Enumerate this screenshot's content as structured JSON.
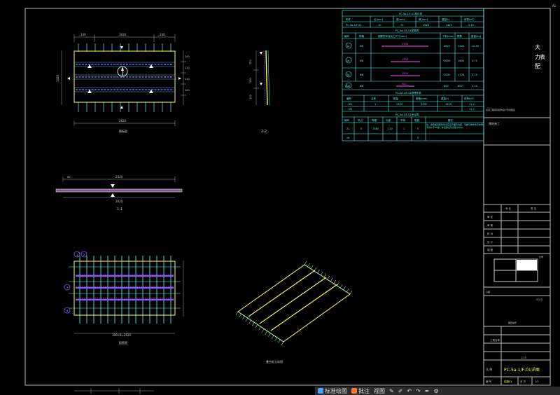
{
  "plan_view": {
    "title": "模板图",
    "dims_top": [
      "140",
      "1620",
      "240"
    ],
    "dim_bottom": "2620",
    "dims_left": [
      "1420"
    ],
    "dims_right": [
      "200",
      "120",
      "120",
      "200"
    ]
  },
  "section_22": {
    "label": "2-2",
    "dims": [
      "300",
      "300",
      "120"
    ]
  },
  "section_11": {
    "label": "1-1",
    "dim_top": "2520",
    "dim_bottom": "2620",
    "dim_side": "60"
  },
  "rebar_view": {
    "title": "配筋图",
    "dim_bottom": "300×8=2620",
    "tags": [
      "1",
      "2",
      "3",
      "4"
    ]
  },
  "iso_view": {
    "title": "叠合板立体图"
  },
  "tables": {
    "t1": {
      "title": "PC-5a-1/F-01构件表",
      "headers": [
        "构件",
        "长(mm)",
        "宽(mm)",
        "厚(mm)",
        "重量(t)",
        "体积(m³)"
      ],
      "row": [
        "PC-5a-1/F-01",
        "10",
        "70",
        "2620",
        "1420",
        "0.25"
      ]
    },
    "t2": {
      "title": "PC-5a-1/F-01配筋表",
      "headers": [
        "编号",
        "规格",
        "钢筋形状及加工尺寸(mm)",
        "下料(mm)",
        "根数",
        "重量(kg)"
      ],
      "rows": [
        {
          "id": "1a",
          "spec": "Φ8",
          "shape": "2700",
          "len": "2820",
          "n": "2200",
          "w": "10.90"
        },
        {
          "id": "2a",
          "spec": "Φ8",
          "shape": "1500",
          "len": "2000",
          "n": "1600",
          "w": "3.75"
        },
        {
          "id": "3a",
          "spec": "Φ8",
          "shape": "1500",
          "len": "2000",
          "n": "1700",
          "w": "3.75"
        },
        {
          "id": "(3a)",
          "spec": "Φ8",
          "shape": "500",
          "len": "800",
          "n": "800",
          "w": "1.50"
        }
      ]
    },
    "t3": {
      "title": "PC-5a-1/F-01预埋件表",
      "headers": [
        "编号",
        "名称",
        "数量",
        "规格(mm)",
        "重量(t)",
        "体积(m³)"
      ],
      "rows": [
        [
          "M1",
          "1",
          "2500",
          "2500",
          "1620",
          "11.2"
        ],
        [
          "M2",
          "",
          "",
          "",
          "",
          "11.2"
        ]
      ]
    },
    "t4": {
      "title": "PC-5a-1/F-01吊点表",
      "headers": [
        "编号",
        "吊点",
        "规格",
        "长度",
        "吊钩",
        "数量",
        "备注"
      ],
      "rows": [
        [
          "21",
          "5",
          "1380",
          "120",
          "1",
          "5"
        ],
        [
          "26",
          "",
          "",
          "",
          "",
          "5"
        ]
      ],
      "note": "注：叠合板吊装时吊点应设于图示位置，吊绳与构件水平夹角不得小于60度，并应保证吊点受力均匀。"
    }
  },
  "title_block": {
    "company": [
      "大",
      "力",
      "表",
      "配"
    ],
    "small_note": "某某工程项目结构设计专用图签",
    "stamp": "建筑施工",
    "header_cols": [
      "专 业",
      "签 名"
    ],
    "roles": [
      "审 定",
      "审 核",
      "校 对",
      "设 计",
      "制 图"
    ],
    "right_label": "比例",
    "date_label": "日期",
    "date_value": "2020",
    "code_label": "图纸编号",
    "proj_label": "工程名称",
    "drawing_title": "PC-5a-1/F-01详图",
    "scale_label": "比 例",
    "scale_value": "1:25",
    "sheet_label": "编 号",
    "sheet_value": "结施01",
    "page_label": "页 次",
    "page_value": "1/1"
  },
  "page_num": "A2",
  "taskbar": {
    "items": [
      "标准绘图",
      "批注",
      "视图"
    ]
  },
  "colors": {
    "yellow": "#ffff55",
    "cyan": "#55ffff",
    "magenta": "#ff55ff",
    "purple": "#8855ff",
    "white": "#ffffff",
    "frame": "#c0c0c0"
  }
}
